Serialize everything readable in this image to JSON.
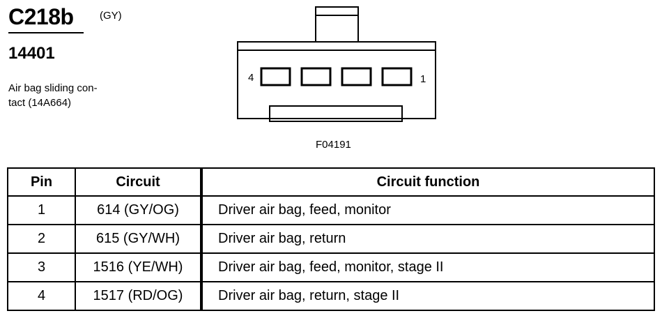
{
  "connector": {
    "id": "C218b",
    "color": "(GY)",
    "part_number": "14401",
    "description_lines": [
      "Air bag sliding con-",
      "tact (14A664)"
    ],
    "figure_code": "F04191",
    "pin_label_left": "4",
    "pin_label_right": "1"
  },
  "table": {
    "headers": [
      "Pin",
      "Circuit",
      "Circuit function"
    ],
    "rows": [
      {
        "pin": "1",
        "circuit": "614 (GY/OG)",
        "function": "Driver air bag, feed, monitor"
      },
      {
        "pin": "2",
        "circuit": "615 (GY/WH)",
        "function": "Driver air bag, return"
      },
      {
        "pin": "3",
        "circuit": "1516 (YE/WH)",
        "function": "Driver air bag, feed, monitor, stage II"
      },
      {
        "pin": "4",
        "circuit": "1517 (RD/OG)",
        "function": "Driver air bag, return, stage II"
      }
    ]
  }
}
